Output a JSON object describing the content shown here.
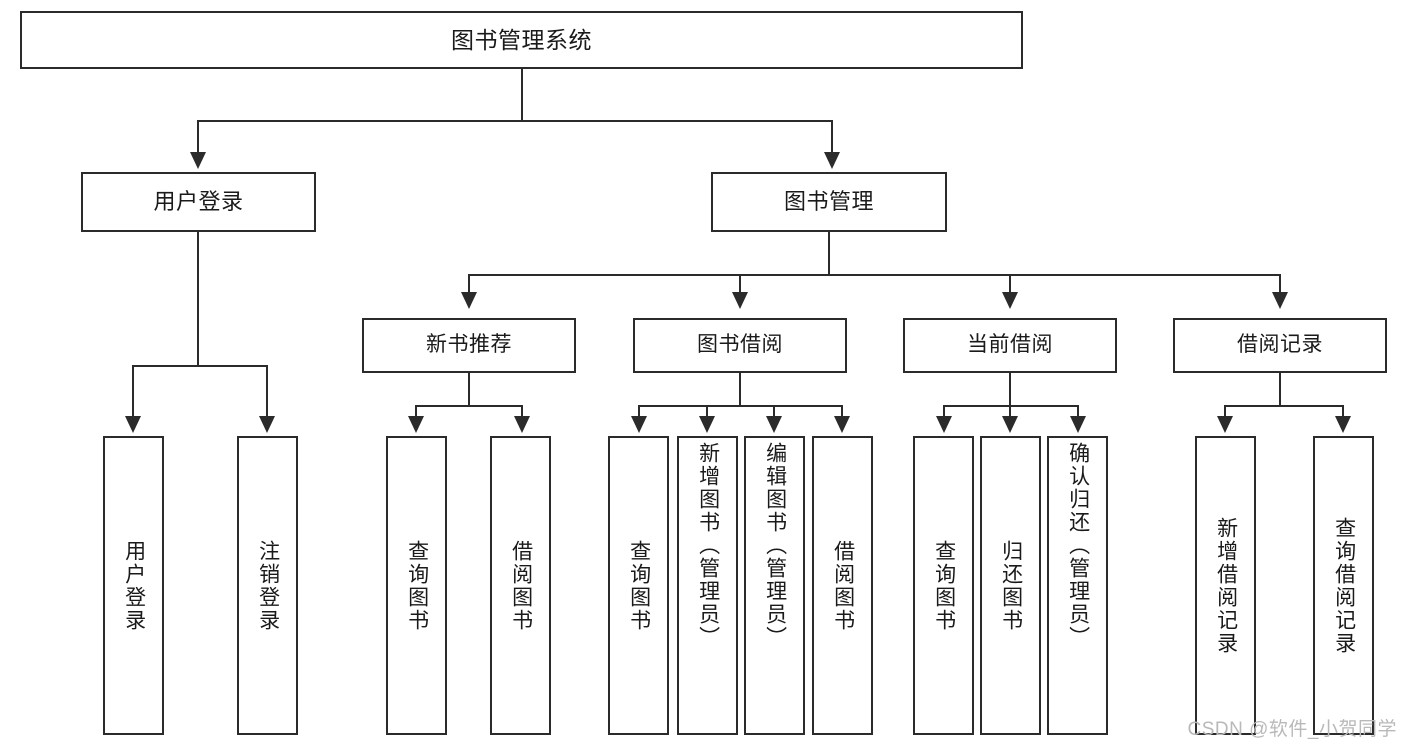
{
  "diagram": {
    "type": "tree-hierarchy",
    "title": "图书管理系统",
    "root": {
      "label": "图书管理系统"
    },
    "level2": [
      {
        "id": "user-login",
        "label": "用户登录"
      },
      {
        "id": "book-management",
        "label": "图书管理"
      }
    ],
    "level3": [
      {
        "id": "new-book-recommend",
        "label": "新书推荐",
        "parent": "book-management"
      },
      {
        "id": "book-borrow",
        "label": "图书借阅",
        "parent": "book-management"
      },
      {
        "id": "current-borrow",
        "label": "当前借阅",
        "parent": "book-management"
      },
      {
        "id": "borrow-record",
        "label": "借阅记录",
        "parent": "book-management"
      }
    ],
    "leaves": [
      {
        "id": "leaf-user-login",
        "label": "用户登录",
        "parent": "user-login"
      },
      {
        "id": "leaf-logout-login",
        "label": "注销登录",
        "parent": "user-login"
      },
      {
        "id": "leaf-query-book-1",
        "label": "查询图书",
        "parent": "new-book-recommend"
      },
      {
        "id": "leaf-borrow-book-1",
        "label": "借阅图书",
        "parent": "new-book-recommend"
      },
      {
        "id": "leaf-query-book-2",
        "label": "查询图书",
        "parent": "book-borrow"
      },
      {
        "id": "leaf-add-book-admin",
        "label": "新增图书（管理员）",
        "parent": "book-borrow"
      },
      {
        "id": "leaf-edit-book-admin",
        "label": "编辑图书（管理员）",
        "parent": "book-borrow"
      },
      {
        "id": "leaf-borrow-book-2",
        "label": "借阅图书",
        "parent": "book-borrow"
      },
      {
        "id": "leaf-query-book-3",
        "label": "查询图书",
        "parent": "current-borrow"
      },
      {
        "id": "leaf-return-book",
        "label": "归还图书",
        "parent": "current-borrow"
      },
      {
        "id": "leaf-confirm-return-admin",
        "label": "确认归还（管理员）",
        "parent": "current-borrow"
      },
      {
        "id": "leaf-add-borrow-record",
        "label": "新增借阅记录",
        "parent": "borrow-record"
      },
      {
        "id": "leaf-query-borrow-record",
        "label": "查询借阅记录",
        "parent": "borrow-record"
      }
    ]
  },
  "watermark": {
    "text": "CSDN @软件_小贺同学"
  },
  "colors": {
    "stroke": "#2b2b2b",
    "background": "#ffffff",
    "text": "#1a1a1a",
    "watermark": "#b9b9b9"
  }
}
